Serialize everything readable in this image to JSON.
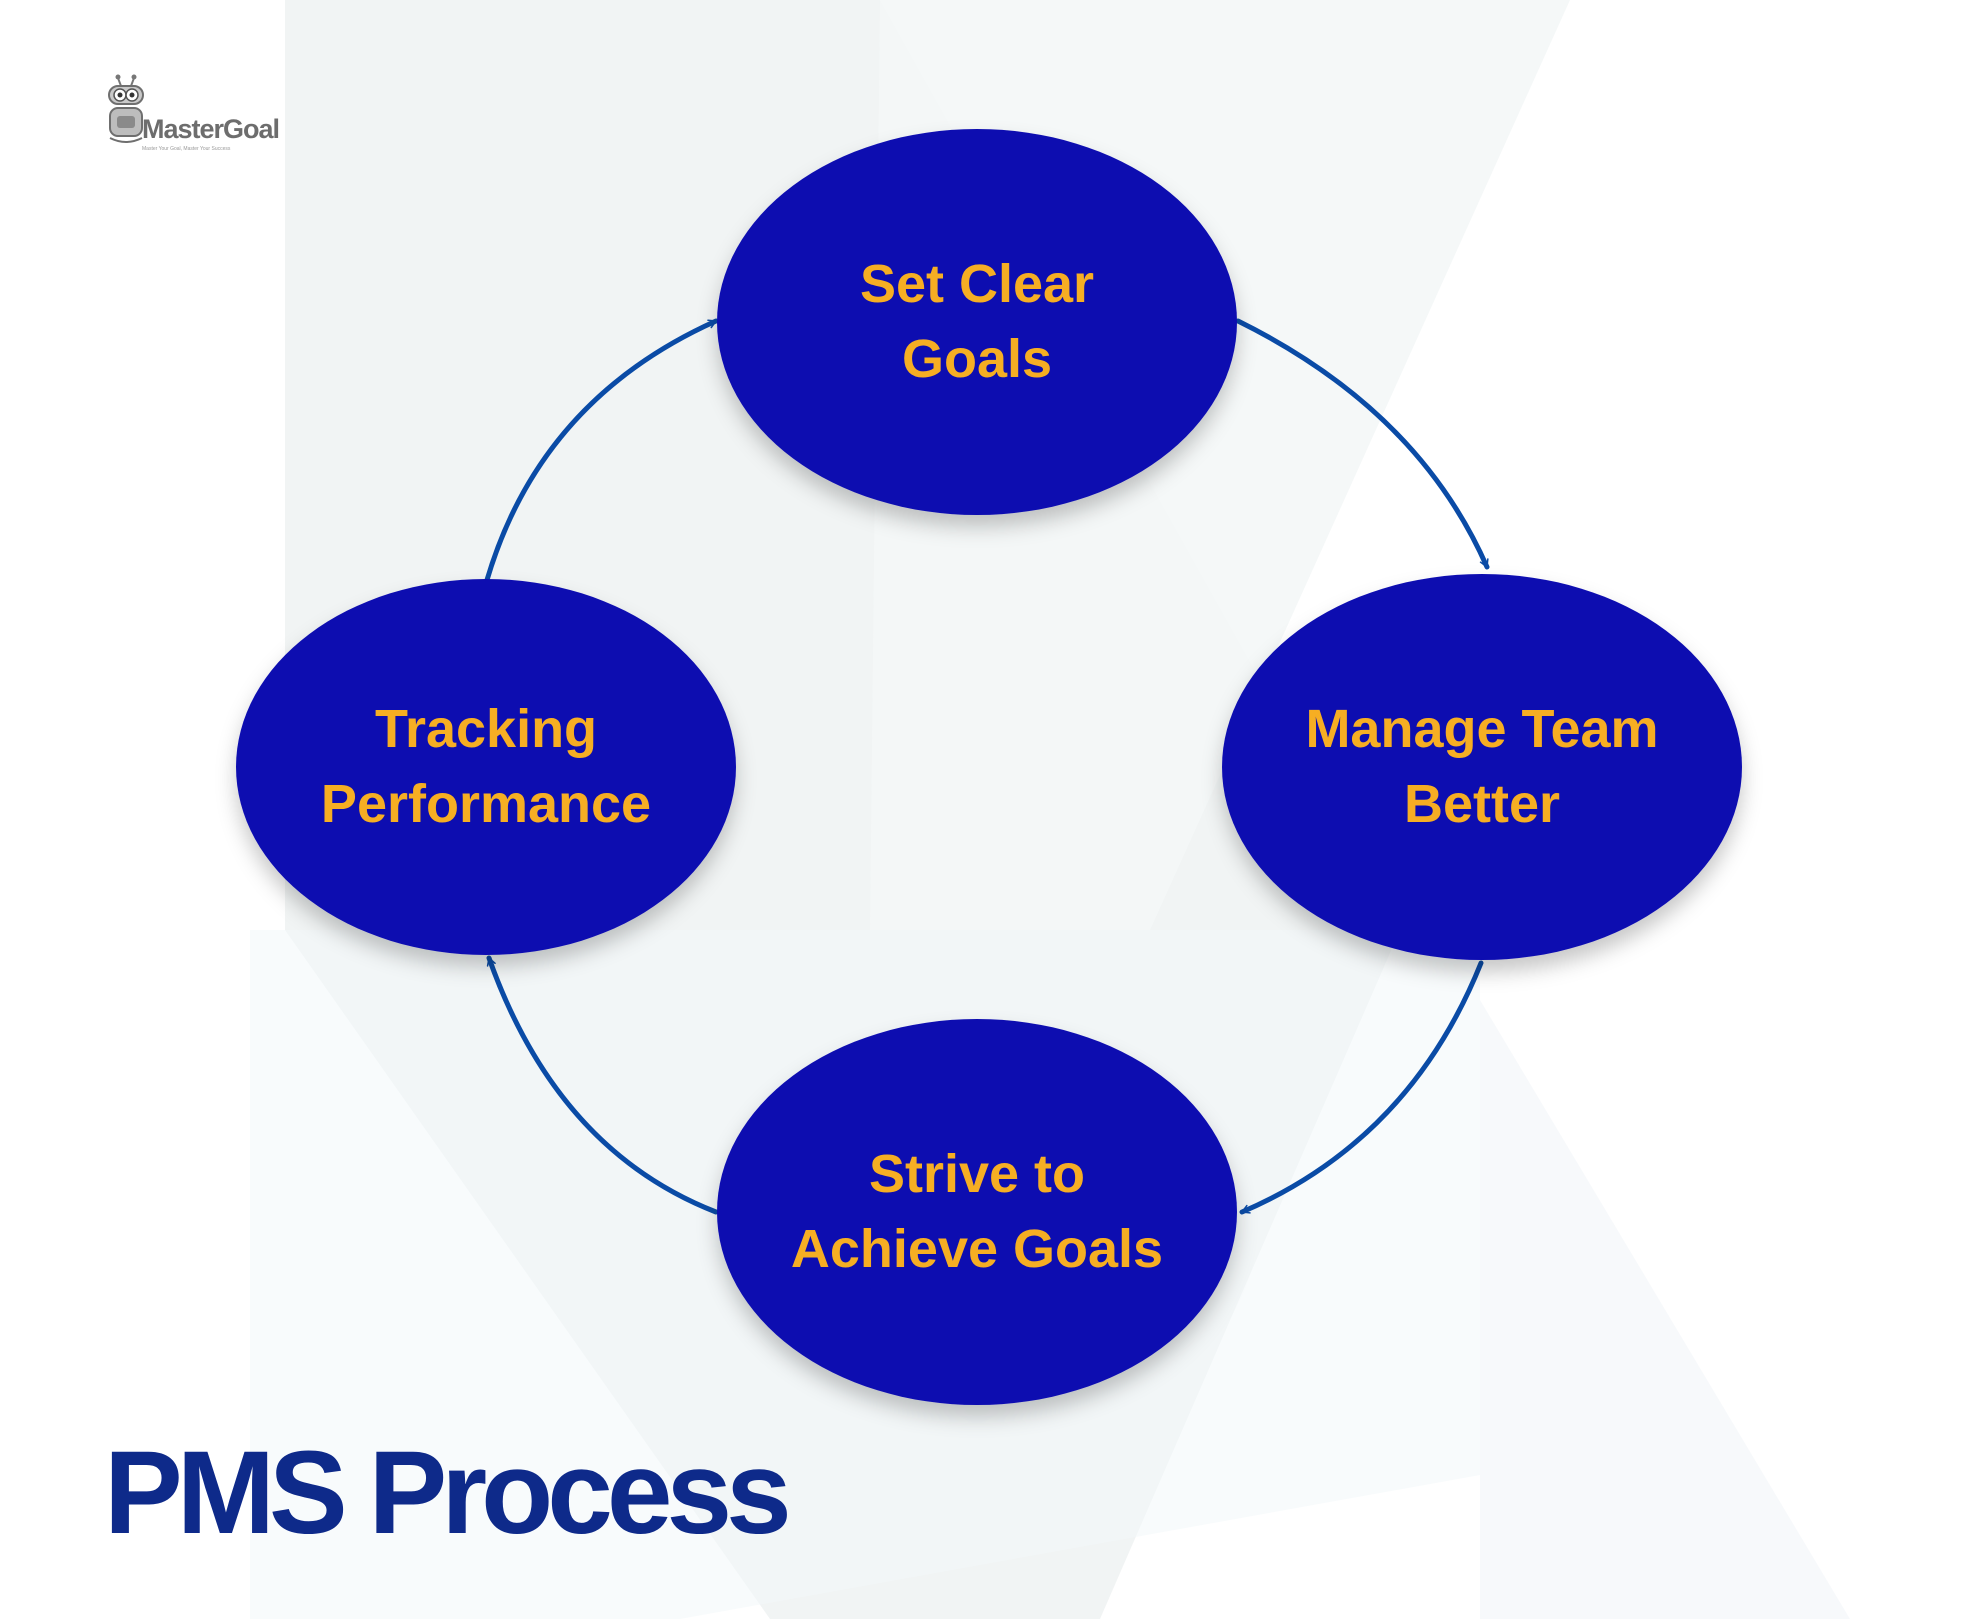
{
  "brand": {
    "name": "MasterGoal",
    "tagline": "Master Your Goal, Master Your Success"
  },
  "title": "PMS Process",
  "colors": {
    "node_fill": "#100FB0",
    "node_text": "#F6AE23",
    "arrow": "#0A4BA6",
    "title": "#0E2A8A",
    "background": "#FFFFFF",
    "background_shape": "#EEF3F3"
  },
  "nodes": [
    {
      "id": "set-clear-goals",
      "lines": [
        "Set Clear",
        "Goals"
      ]
    },
    {
      "id": "manage-team-better",
      "lines": [
        "Manage Team",
        "Better"
      ]
    },
    {
      "id": "strive-to-achieve-goals",
      "lines": [
        "Strive to",
        "Achieve Goals"
      ]
    },
    {
      "id": "tracking-performance",
      "lines": [
        "Tracking",
        "Performance"
      ]
    }
  ],
  "edges": [
    {
      "from": "set-clear-goals",
      "to": "manage-team-better"
    },
    {
      "from": "manage-team-better",
      "to": "strive-to-achieve-goals"
    },
    {
      "from": "strive-to-achieve-goals",
      "to": "tracking-performance"
    },
    {
      "from": "tracking-performance",
      "to": "set-clear-goals"
    }
  ]
}
